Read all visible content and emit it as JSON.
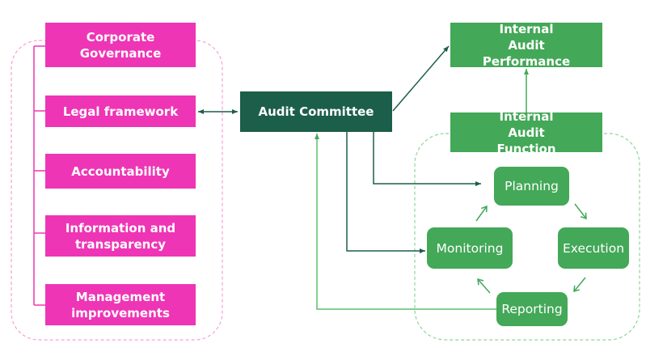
{
  "diagram": {
    "governance_group": {
      "items": [
        {
          "label": "Corporate Governance"
        },
        {
          "label": "Legal framework"
        },
        {
          "label": "Accountability"
        },
        {
          "label": "Information and transparency"
        },
        {
          "label": "Management improvements"
        }
      ]
    },
    "audit_committee": {
      "label": "Audit Committee"
    },
    "internal_audit_performance": {
      "label": "Internal Audit Performance"
    },
    "internal_audit_function": {
      "label": "Internal Audit Function"
    },
    "cycle": {
      "planning": {
        "label": "Planning"
      },
      "execution": {
        "label": "Execution"
      },
      "reporting": {
        "label": "Reporting"
      },
      "monitoring": {
        "label": "Monitoring"
      }
    },
    "colors": {
      "pink": "#ee35b5",
      "dark_green": "#1b5e4a",
      "green": "#43a857",
      "light_green_line": "#5cbf6e"
    }
  }
}
